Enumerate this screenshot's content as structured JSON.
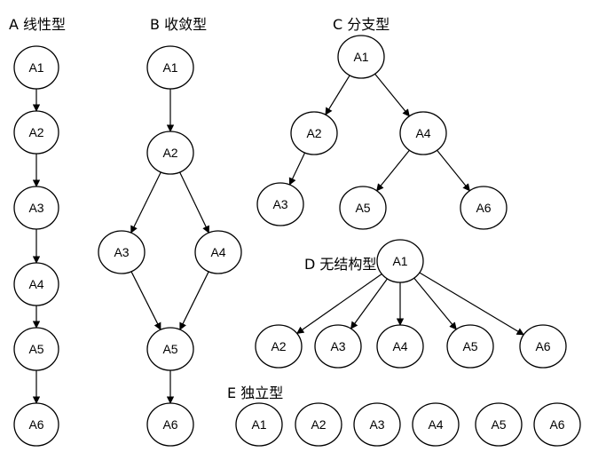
{
  "diagram": {
    "sections": [
      {
        "key": "A",
        "title": "A 线性型",
        "nodes": [
          "A1",
          "A2",
          "A3",
          "A4",
          "A5",
          "A6"
        ],
        "edges": [
          [
            "A1",
            "A2"
          ],
          [
            "A2",
            "A3"
          ],
          [
            "A3",
            "A4"
          ],
          [
            "A4",
            "A5"
          ],
          [
            "A5",
            "A6"
          ]
        ]
      },
      {
        "key": "B",
        "title": "B 收敛型",
        "nodes": [
          "A1",
          "A2",
          "A3",
          "A4",
          "A5",
          "A6"
        ],
        "edges": [
          [
            "A1",
            "A2"
          ],
          [
            "A2",
            "A3"
          ],
          [
            "A2",
            "A4"
          ],
          [
            "A3",
            "A5"
          ],
          [
            "A4",
            "A5"
          ],
          [
            "A5",
            "A6"
          ]
        ]
      },
      {
        "key": "C",
        "title": "C 分支型",
        "nodes": [
          "A1",
          "A2",
          "A4",
          "A3",
          "A5",
          "A6"
        ],
        "edges": [
          [
            "A1",
            "A2"
          ],
          [
            "A1",
            "A4"
          ],
          [
            "A2",
            "A3"
          ],
          [
            "A4",
            "A5"
          ],
          [
            "A4",
            "A6"
          ]
        ]
      },
      {
        "key": "D",
        "title": "D 无结构型",
        "nodes": [
          "A1",
          "A2",
          "A3",
          "A4",
          "A5",
          "A6"
        ],
        "edges": [
          [
            "A1",
            "A2"
          ],
          [
            "A1",
            "A3"
          ],
          [
            "A1",
            "A4"
          ],
          [
            "A1",
            "A5"
          ],
          [
            "A1",
            "A6"
          ]
        ]
      },
      {
        "key": "E",
        "title": "E 独立型",
        "nodes": [
          "A1",
          "A2",
          "A3",
          "A4",
          "A5",
          "A6"
        ],
        "edges": []
      }
    ]
  }
}
